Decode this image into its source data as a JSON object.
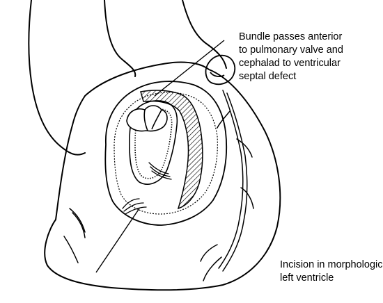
{
  "labels": {
    "bundle": {
      "line1": "Bundle passes anterior",
      "line2": "to pulmonary valve and",
      "line3": "cephalad to ventricular",
      "line4": "septal defect"
    },
    "incision": {
      "line1": "Incision in morphologically",
      "line2": "left ventricle"
    }
  },
  "colors": {
    "ink": "#000000",
    "paper": "#ffffff"
  }
}
